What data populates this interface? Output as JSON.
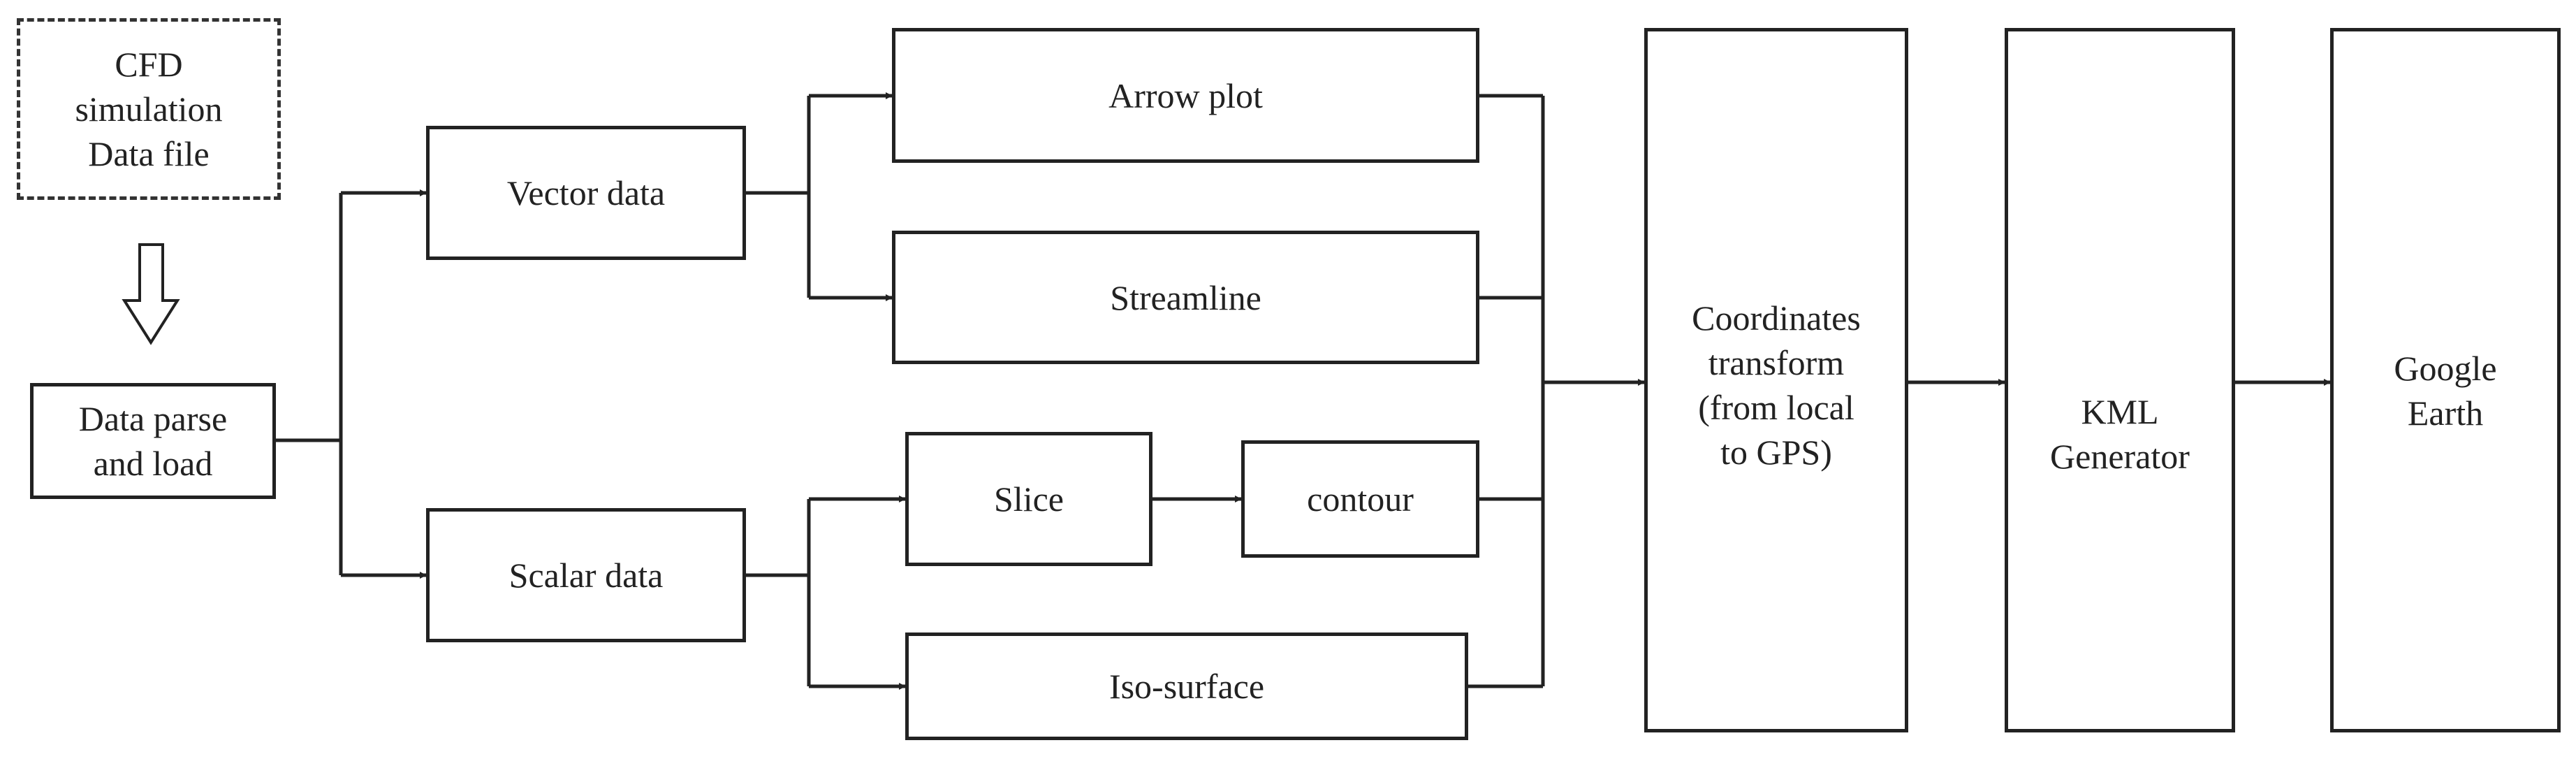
{
  "nodes": {
    "cfd_file": "CFD\nsimulation\nData file",
    "data_parse": "Data parse\nand load",
    "vector_data": "Vector data",
    "scalar_data": "Scalar data",
    "arrow_plot": "Arrow plot",
    "streamline": "Streamline",
    "slice": "Slice",
    "contour": "contour",
    "iso_surface": "Iso-surface",
    "coord_transform": "Coordinates\ntransform\n(from local\nto GPS)",
    "kml_generator": "KML\nGenerator",
    "google_earth": "Google\nEarth"
  },
  "colors": {
    "line": "#222222",
    "background": "#ffffff"
  }
}
